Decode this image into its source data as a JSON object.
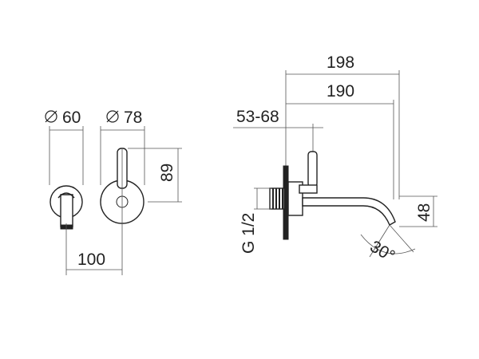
{
  "dimensions": {
    "spout_diameter": "60",
    "handle_diameter": "78",
    "handle_height": "89",
    "spacing": "100",
    "total_length": "198",
    "spout_length": "190",
    "wall_depth": "53-68",
    "thread": "G 1/2",
    "spout_offset": "48",
    "angle": "30°"
  },
  "symbols": {
    "diameter": "∅"
  }
}
